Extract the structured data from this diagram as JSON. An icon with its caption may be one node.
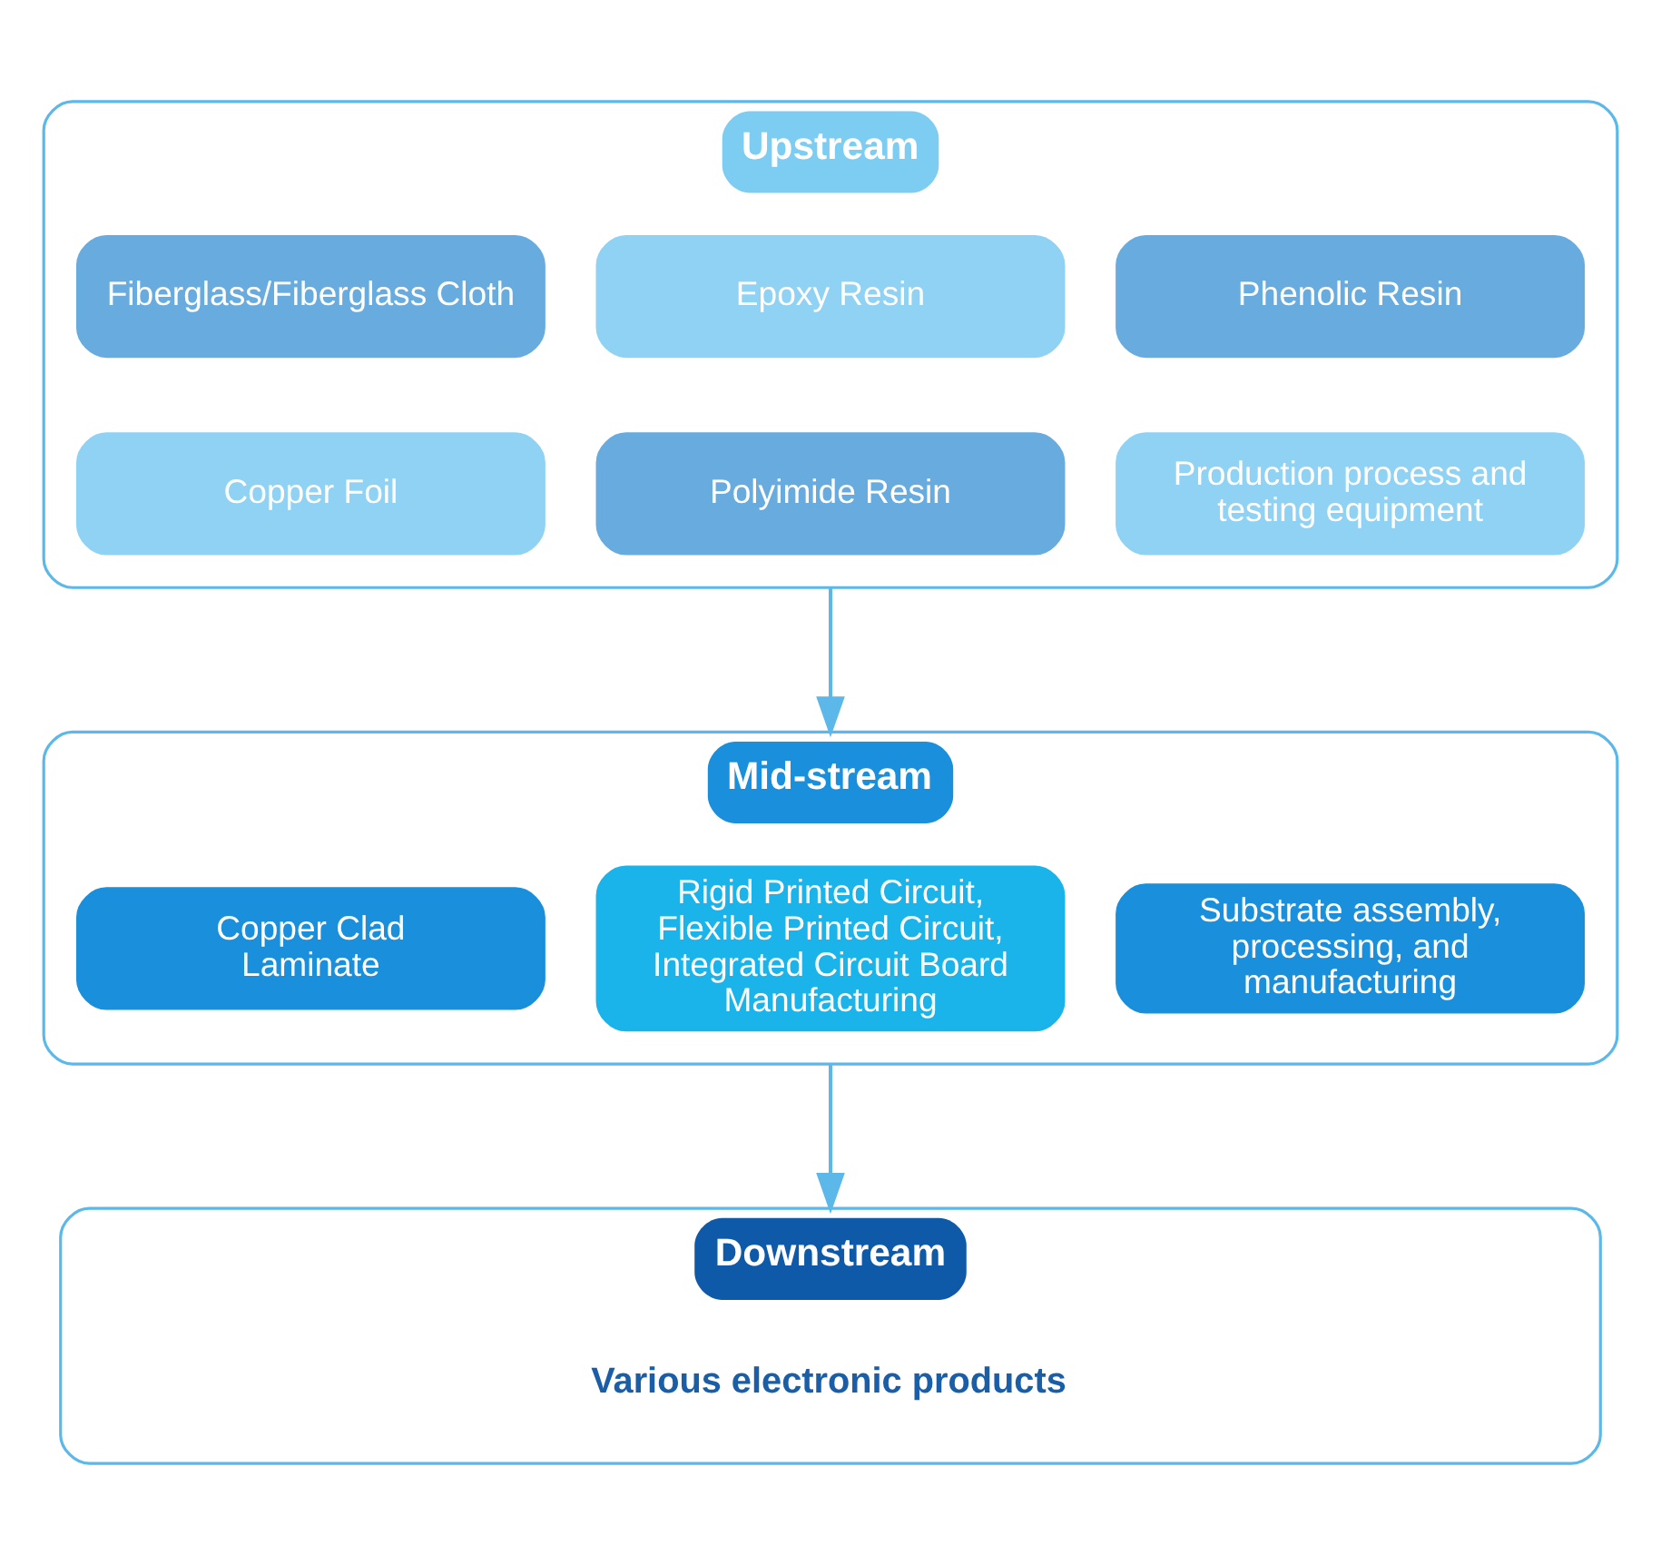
{
  "diagram": {
    "nodes": [
      {
        "text": [
          "Upstream"
        ]
      },
      {
        "text": [
          "Fiberglass/Fiberglass Cloth"
        ],
        "in": 0
      },
      {
        "text": [
          "Epoxy Resin"
        ],
        "in": 0
      },
      {
        "text": [
          "Phenolic Resin"
        ],
        "in": 0
      },
      {
        "text": [
          "Copper Foil"
        ],
        "in": 0
      },
      {
        "text": [
          "Polyimide Resin"
        ],
        "in": 0
      },
      {
        "text": [
          "Production process and testing equipment"
        ],
        "in": 0
      },
      {
        "text": [
          "Mid-stream"
        ]
      },
      {
        "text": [
          "Copper Clad Laminate"
        ],
        "in": 7
      },
      {
        "text": [
          "Rigid Printed Circuit, Flexible Printed Circuit, Integrated Circuit Board Manufacturing"
        ],
        "in": 7
      },
      {
        "text": [
          "Substrate assembly, processing, and manufacturing"
        ],
        "in": 7
      },
      {
        "text": [
          "Downstream"
        ]
      }
    ],
    "edges": [
      {
        "from": 0,
        "to": 7,
        "arrow": "to"
      },
      {
        "from": 7,
        "to": 11,
        "arrow": "to"
      }
    ],
    "labels": [
      "Various electronic products"
    ]
  }
}
